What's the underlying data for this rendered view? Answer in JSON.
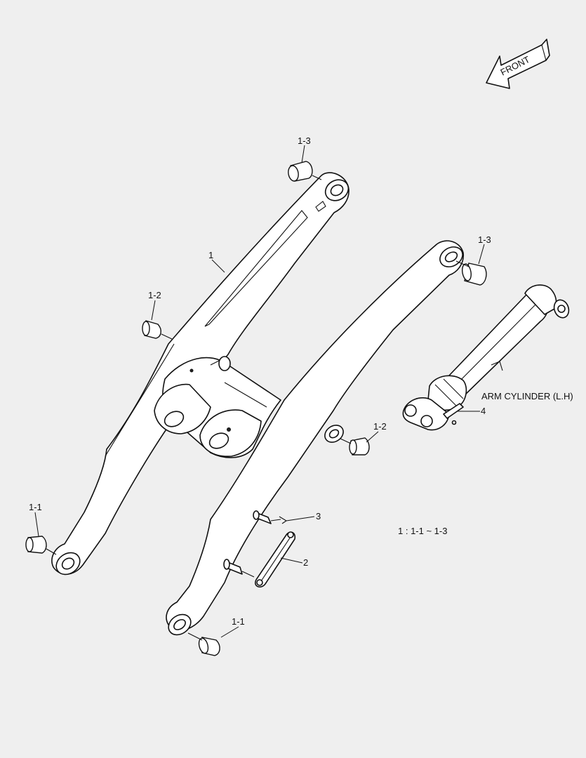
{
  "direction": {
    "label": "FRONT"
  },
  "callouts": {
    "arm": "1",
    "bush_top_left": "1-3",
    "bush_top_right": "1-3",
    "bush_mid_left": "1-2",
    "bush_mid_right": "1-2",
    "bush_bottom_left": "1-1",
    "bush_bottom_right": "1-1",
    "link": "2",
    "pin": "3",
    "cylinder_pin": "4"
  },
  "assembly_label": "ARM CYLINDER (L.H)",
  "composition_note": "1 : 1-1 ~ 1-3"
}
